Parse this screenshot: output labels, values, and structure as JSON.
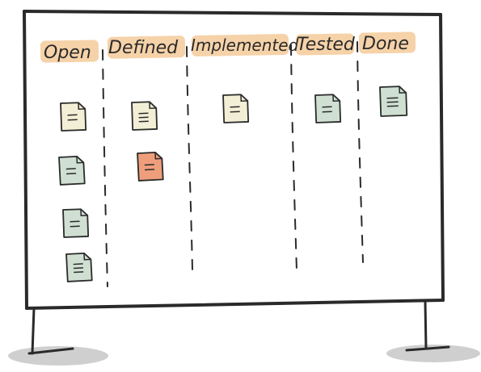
{
  "board": {
    "columns": [
      {
        "label": "Open"
      },
      {
        "label": "Defined"
      },
      {
        "label": "Implemented"
      },
      {
        "label": "Tested"
      },
      {
        "label": "Done"
      }
    ],
    "cards": [
      {
        "column": "Open",
        "color": "#f3efd6"
      },
      {
        "column": "Open",
        "color": "#cfe0d2"
      },
      {
        "column": "Open",
        "color": "#cfe0d2"
      },
      {
        "column": "Open",
        "color": "#cfe0d2"
      },
      {
        "column": "Defined",
        "color": "#f3efd6"
      },
      {
        "column": "Defined",
        "color": "#ef9e7c"
      },
      {
        "column": "Implemented",
        "color": "#f3efd6"
      },
      {
        "column": "Tested",
        "color": "#cfe0d2"
      },
      {
        "column": "Done",
        "color": "#cfe0d2"
      }
    ]
  },
  "colors": {
    "label_highlight": "#f6d2a9",
    "ink": "#2a2a2a",
    "shadow": "#cfcfcf",
    "card_cream": "#f3efd6",
    "card_green": "#cfe0d2",
    "card_orange": "#ef9e7c"
  },
  "icons": [
    "sticky-note-icon"
  ]
}
